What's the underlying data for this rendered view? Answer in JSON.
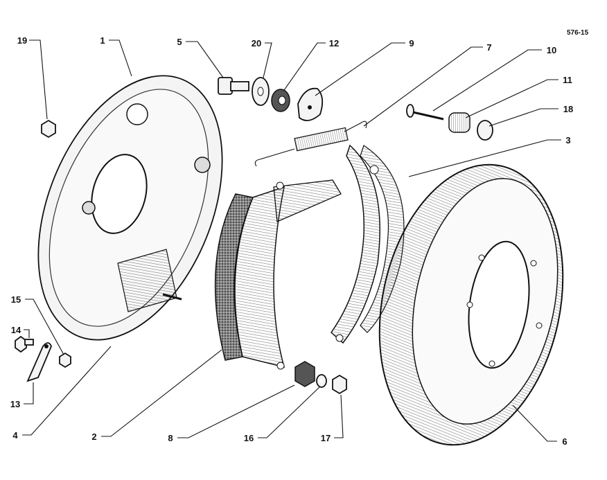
{
  "drawing_code": "576-15",
  "callouts": [
    {
      "id": "19",
      "label": "19"
    },
    {
      "id": "1",
      "label": "1"
    },
    {
      "id": "5",
      "label": "5"
    },
    {
      "id": "20",
      "label": "20"
    },
    {
      "id": "12",
      "label": "12"
    },
    {
      "id": "9",
      "label": "9"
    },
    {
      "id": "7",
      "label": "7"
    },
    {
      "id": "10",
      "label": "10"
    },
    {
      "id": "11",
      "label": "11"
    },
    {
      "id": "18",
      "label": "18"
    },
    {
      "id": "3",
      "label": "3"
    },
    {
      "id": "15",
      "label": "15"
    },
    {
      "id": "14",
      "label": "14"
    },
    {
      "id": "13",
      "label": "13"
    },
    {
      "id": "4",
      "label": "4"
    },
    {
      "id": "2",
      "label": "2"
    },
    {
      "id": "8",
      "label": "8"
    },
    {
      "id": "16",
      "label": "16"
    },
    {
      "id": "17",
      "label": "17"
    },
    {
      "id": "6",
      "label": "6"
    }
  ]
}
